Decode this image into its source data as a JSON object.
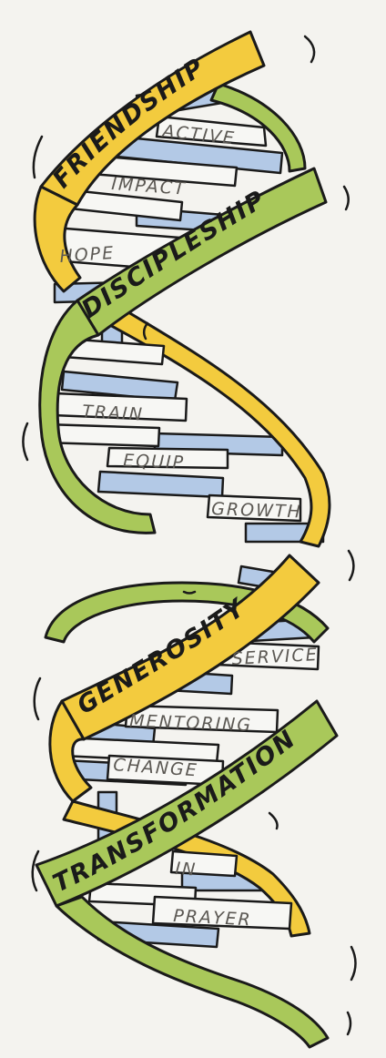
{
  "colors": {
    "background": "#f4f3ef",
    "yellow_strand": "#f3cb3e",
    "green_strand": "#a9c85a",
    "rung_blue": "#b3c9e6",
    "rung_white": "#f7f7f4",
    "ink": "#1a1a1a",
    "rung_text": "#5b5853"
  },
  "strands": {
    "friendship": "FRIENDSHIP",
    "discipleship": "DISCIPLESHIP",
    "generosity": "GENEROSITY",
    "transformation": "TRANSFORMATION"
  },
  "rungs": {
    "active": "ACTIVE",
    "impact": "IMPACT",
    "hope": "HOPE",
    "train": "TRAIN",
    "equip": "EQUIP",
    "growth": "GROWTH",
    "service": "SERVICE",
    "mentoring": "MENTORING",
    "change": "CHANGE",
    "in": "IN",
    "prayer": "PRAYER"
  }
}
